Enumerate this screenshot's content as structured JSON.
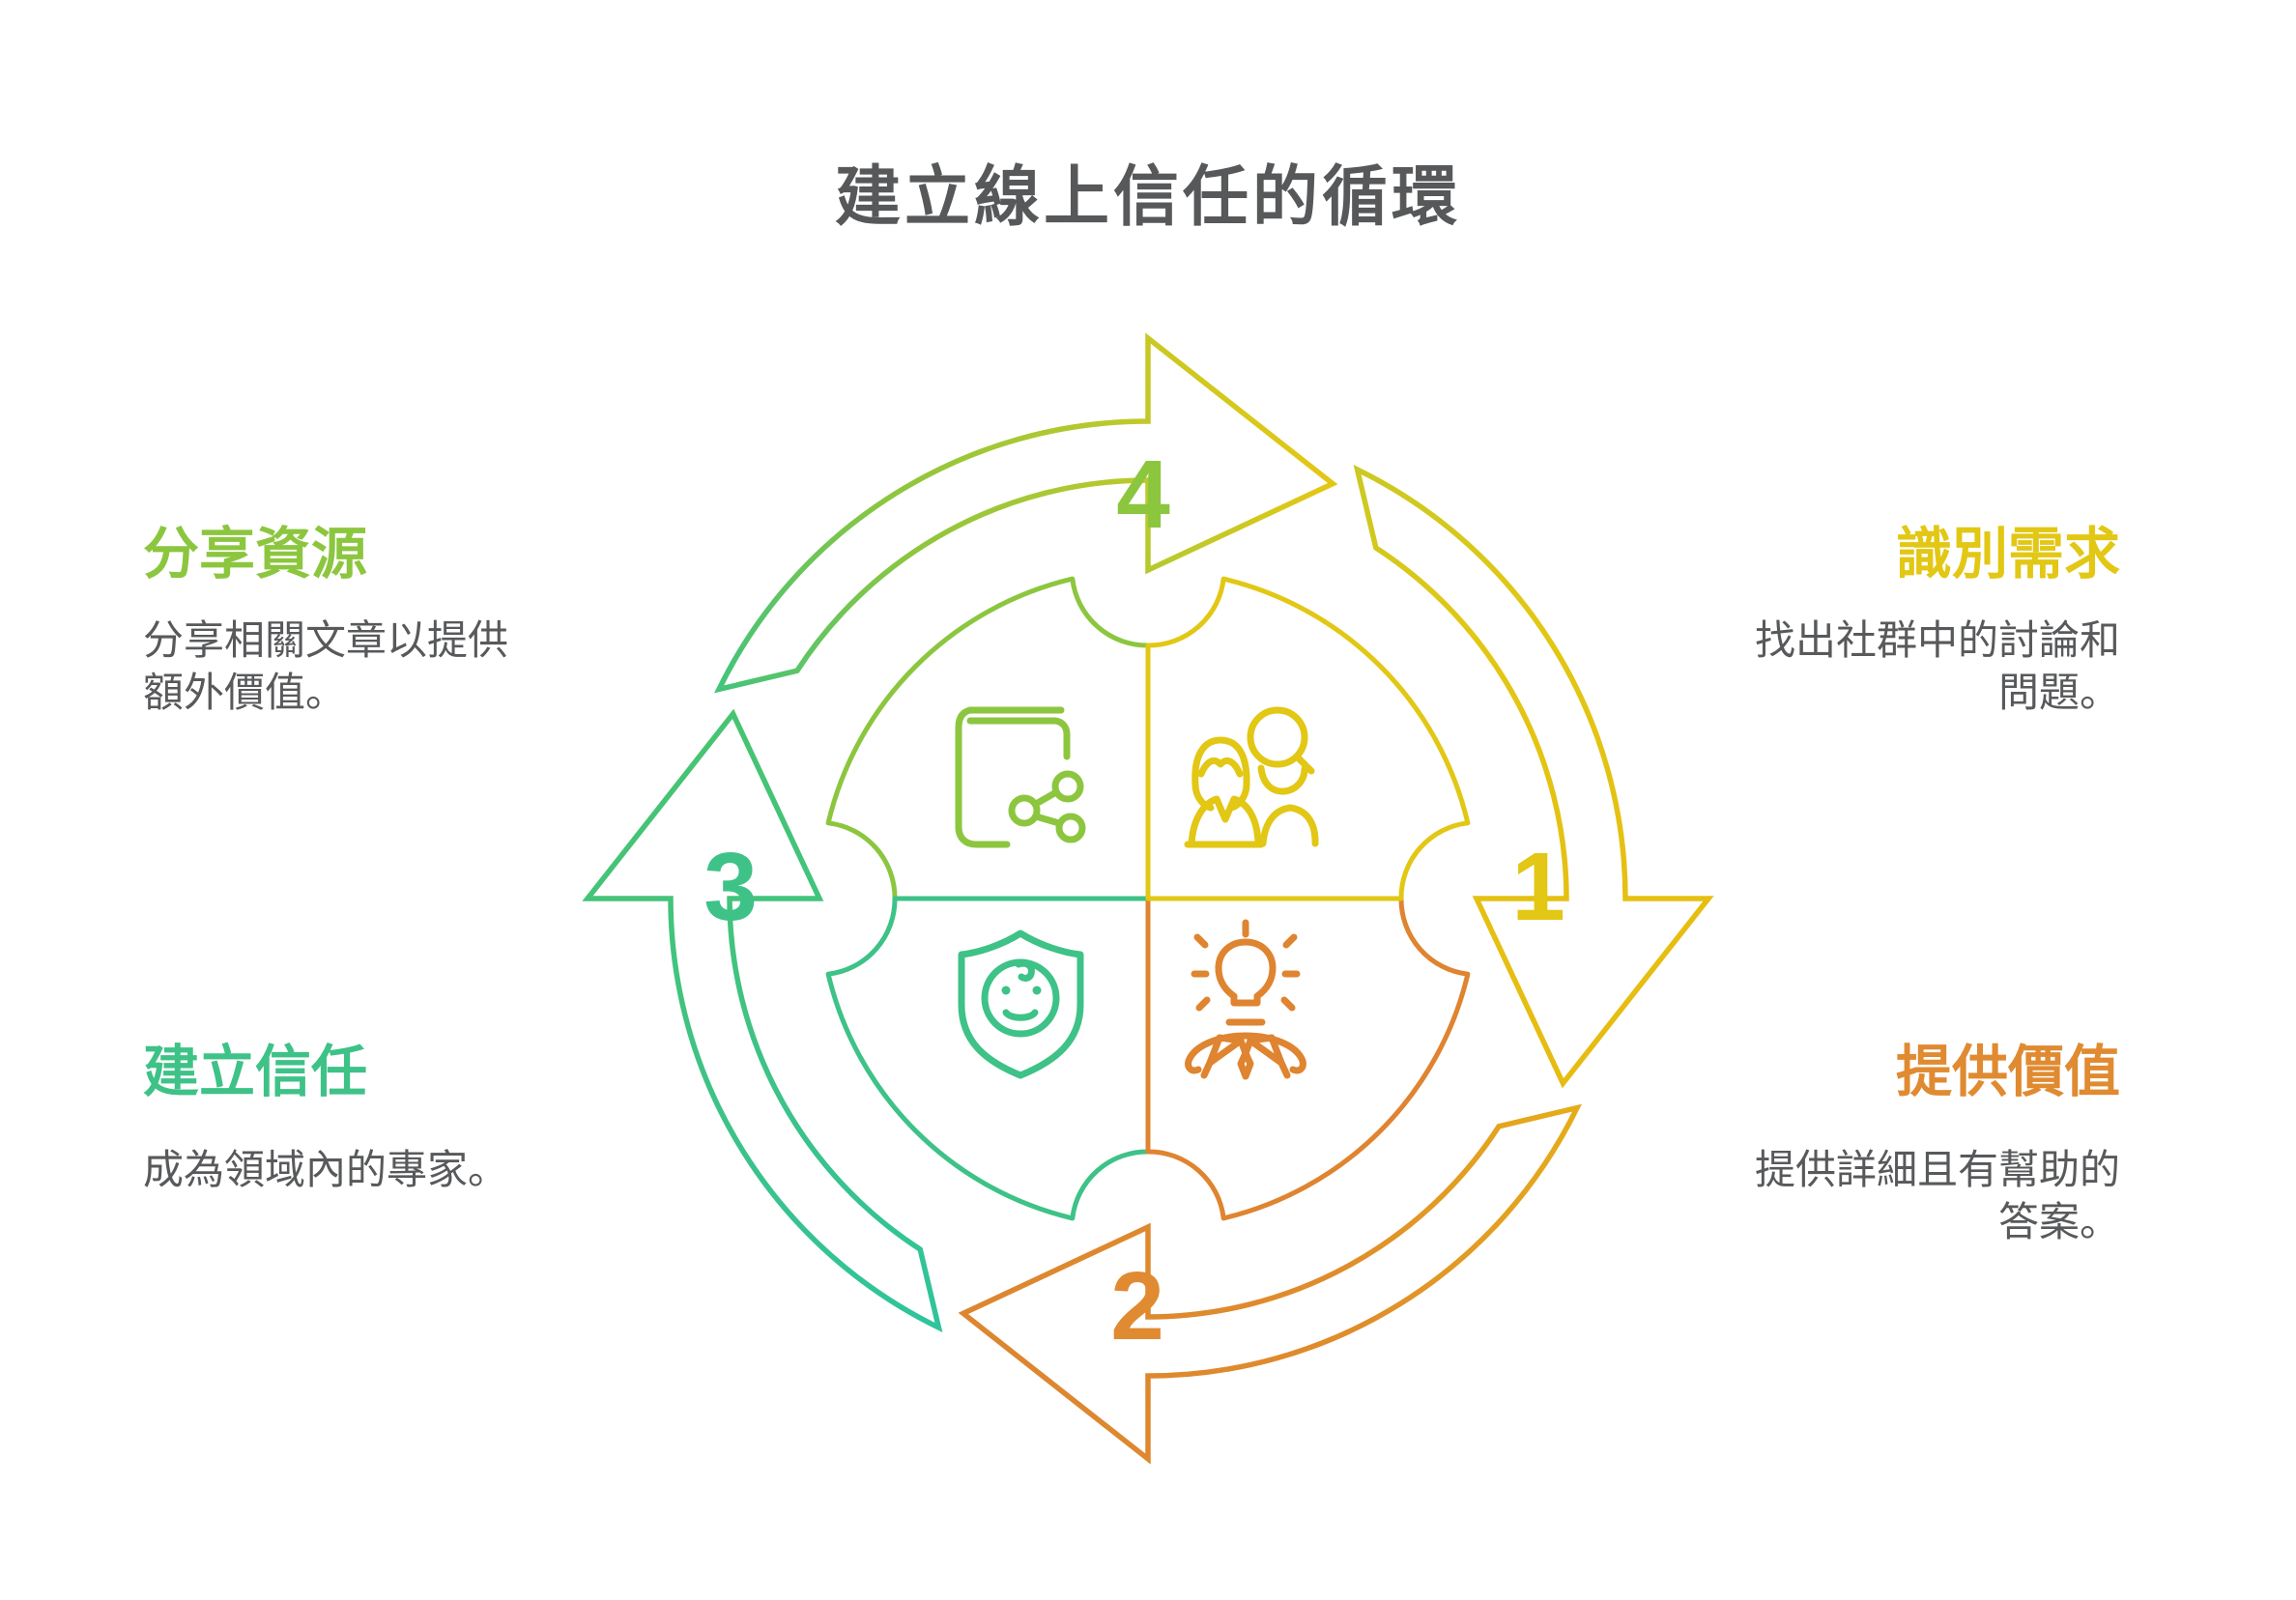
{
  "title": "建立線上信任的循環",
  "steps": [
    {
      "num": "1",
      "label": "識別需求",
      "desc": "找出社群中的討論和問題。",
      "color": "#E2C714",
      "icon": "person-magnifier-icon",
      "position": "right-top"
    },
    {
      "num": "2",
      "label": "提供價值",
      "desc": "提供詳細且有幫助的答案。",
      "color": "#E08A31",
      "icon": "idea-person-icon",
      "position": "right-bottom"
    },
    {
      "num": "3",
      "label": "建立信任",
      "desc": "成為領域內的專家。",
      "color": "#3EC287",
      "icon": "shield-face-icon",
      "position": "left-bottom"
    },
    {
      "num": "4",
      "label": "分享資源",
      "desc": "分享相關文章以提供額外價值。",
      "color": "#8CC63F",
      "icon": "book-share-icon",
      "position": "left-top"
    }
  ],
  "colors": {
    "title_text": "#57585A",
    "body_text": "#58595B",
    "ring_green": "#8CC63F",
    "ring_yellow": "#E2C714",
    "ring_orange": "#DD8630",
    "ring_emerald": "#3EC287",
    "background": "#FFFFFF"
  }
}
